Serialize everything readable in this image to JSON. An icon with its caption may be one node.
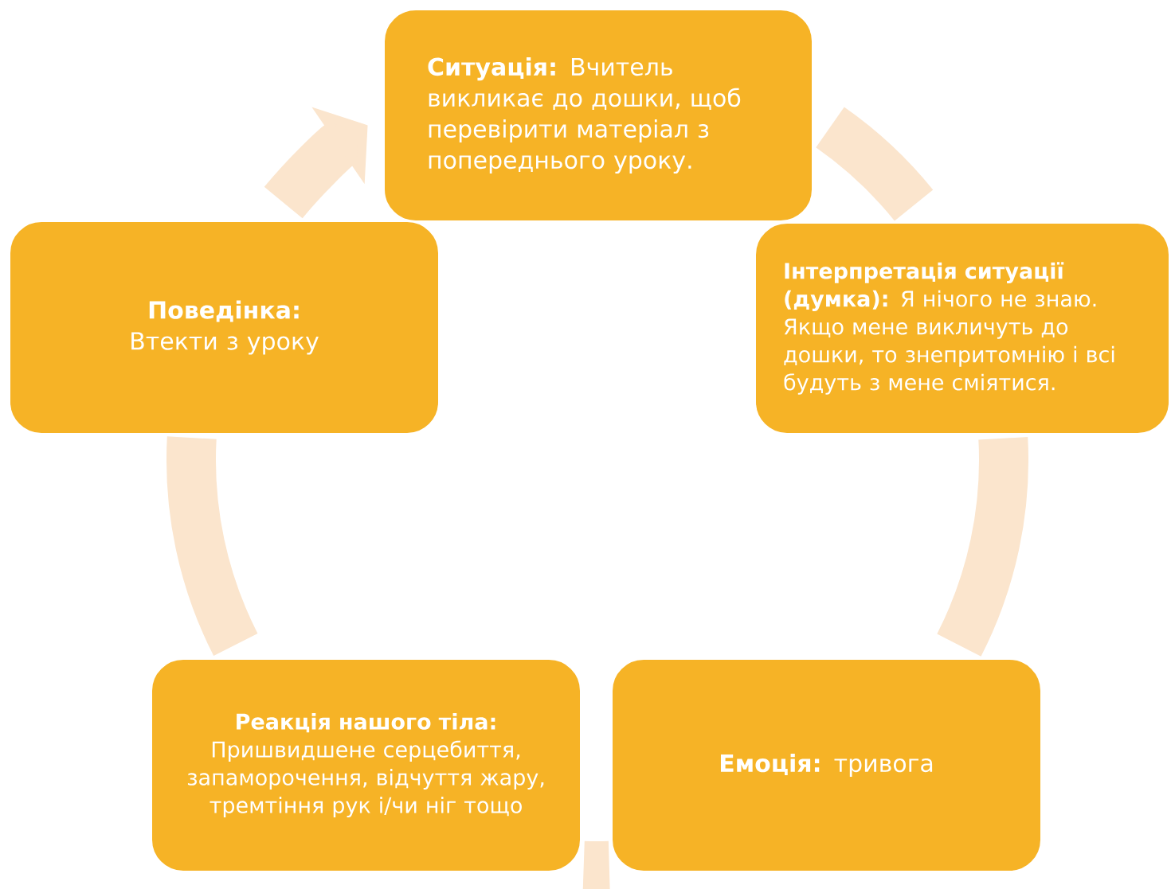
{
  "diagram": {
    "nodes": [
      {
        "text": [
          "**Ситуація:** Вчитель викликає до дошки, щоб перевірити матеріал з попереднього уроку."
        ]
      },
      {
        "text": [
          "**Інтерпретація ситуації (думка):** Я нічого не знаю. Якщо мене викличуть до дошки, то знепритомнію і всі будуть з мене сміятися."
        ]
      },
      {
        "text": [
          "**Емоція:** тривога"
        ]
      },
      {
        "text": [
          "**Реакція нашого тіла:** Пришвидшене серцебиття, запаморочення, відчуття жару, тремтіння рук і/чи ніг тощо"
        ]
      },
      {
        "text": [
          "**Поведінка:** Втекти з уроку"
        ]
      }
    ],
    "edges": [
      {
        "from": 0,
        "to": 1,
        "arrow": "none"
      },
      {
        "from": 1,
        "to": 2,
        "arrow": "none"
      },
      {
        "from": 2,
        "to": 3,
        "arrow": "none"
      },
      {
        "from": 3,
        "to": 4,
        "arrow": "none"
      },
      {
        "from": 4,
        "to": 0,
        "arrow": "to"
      }
    ]
  }
}
